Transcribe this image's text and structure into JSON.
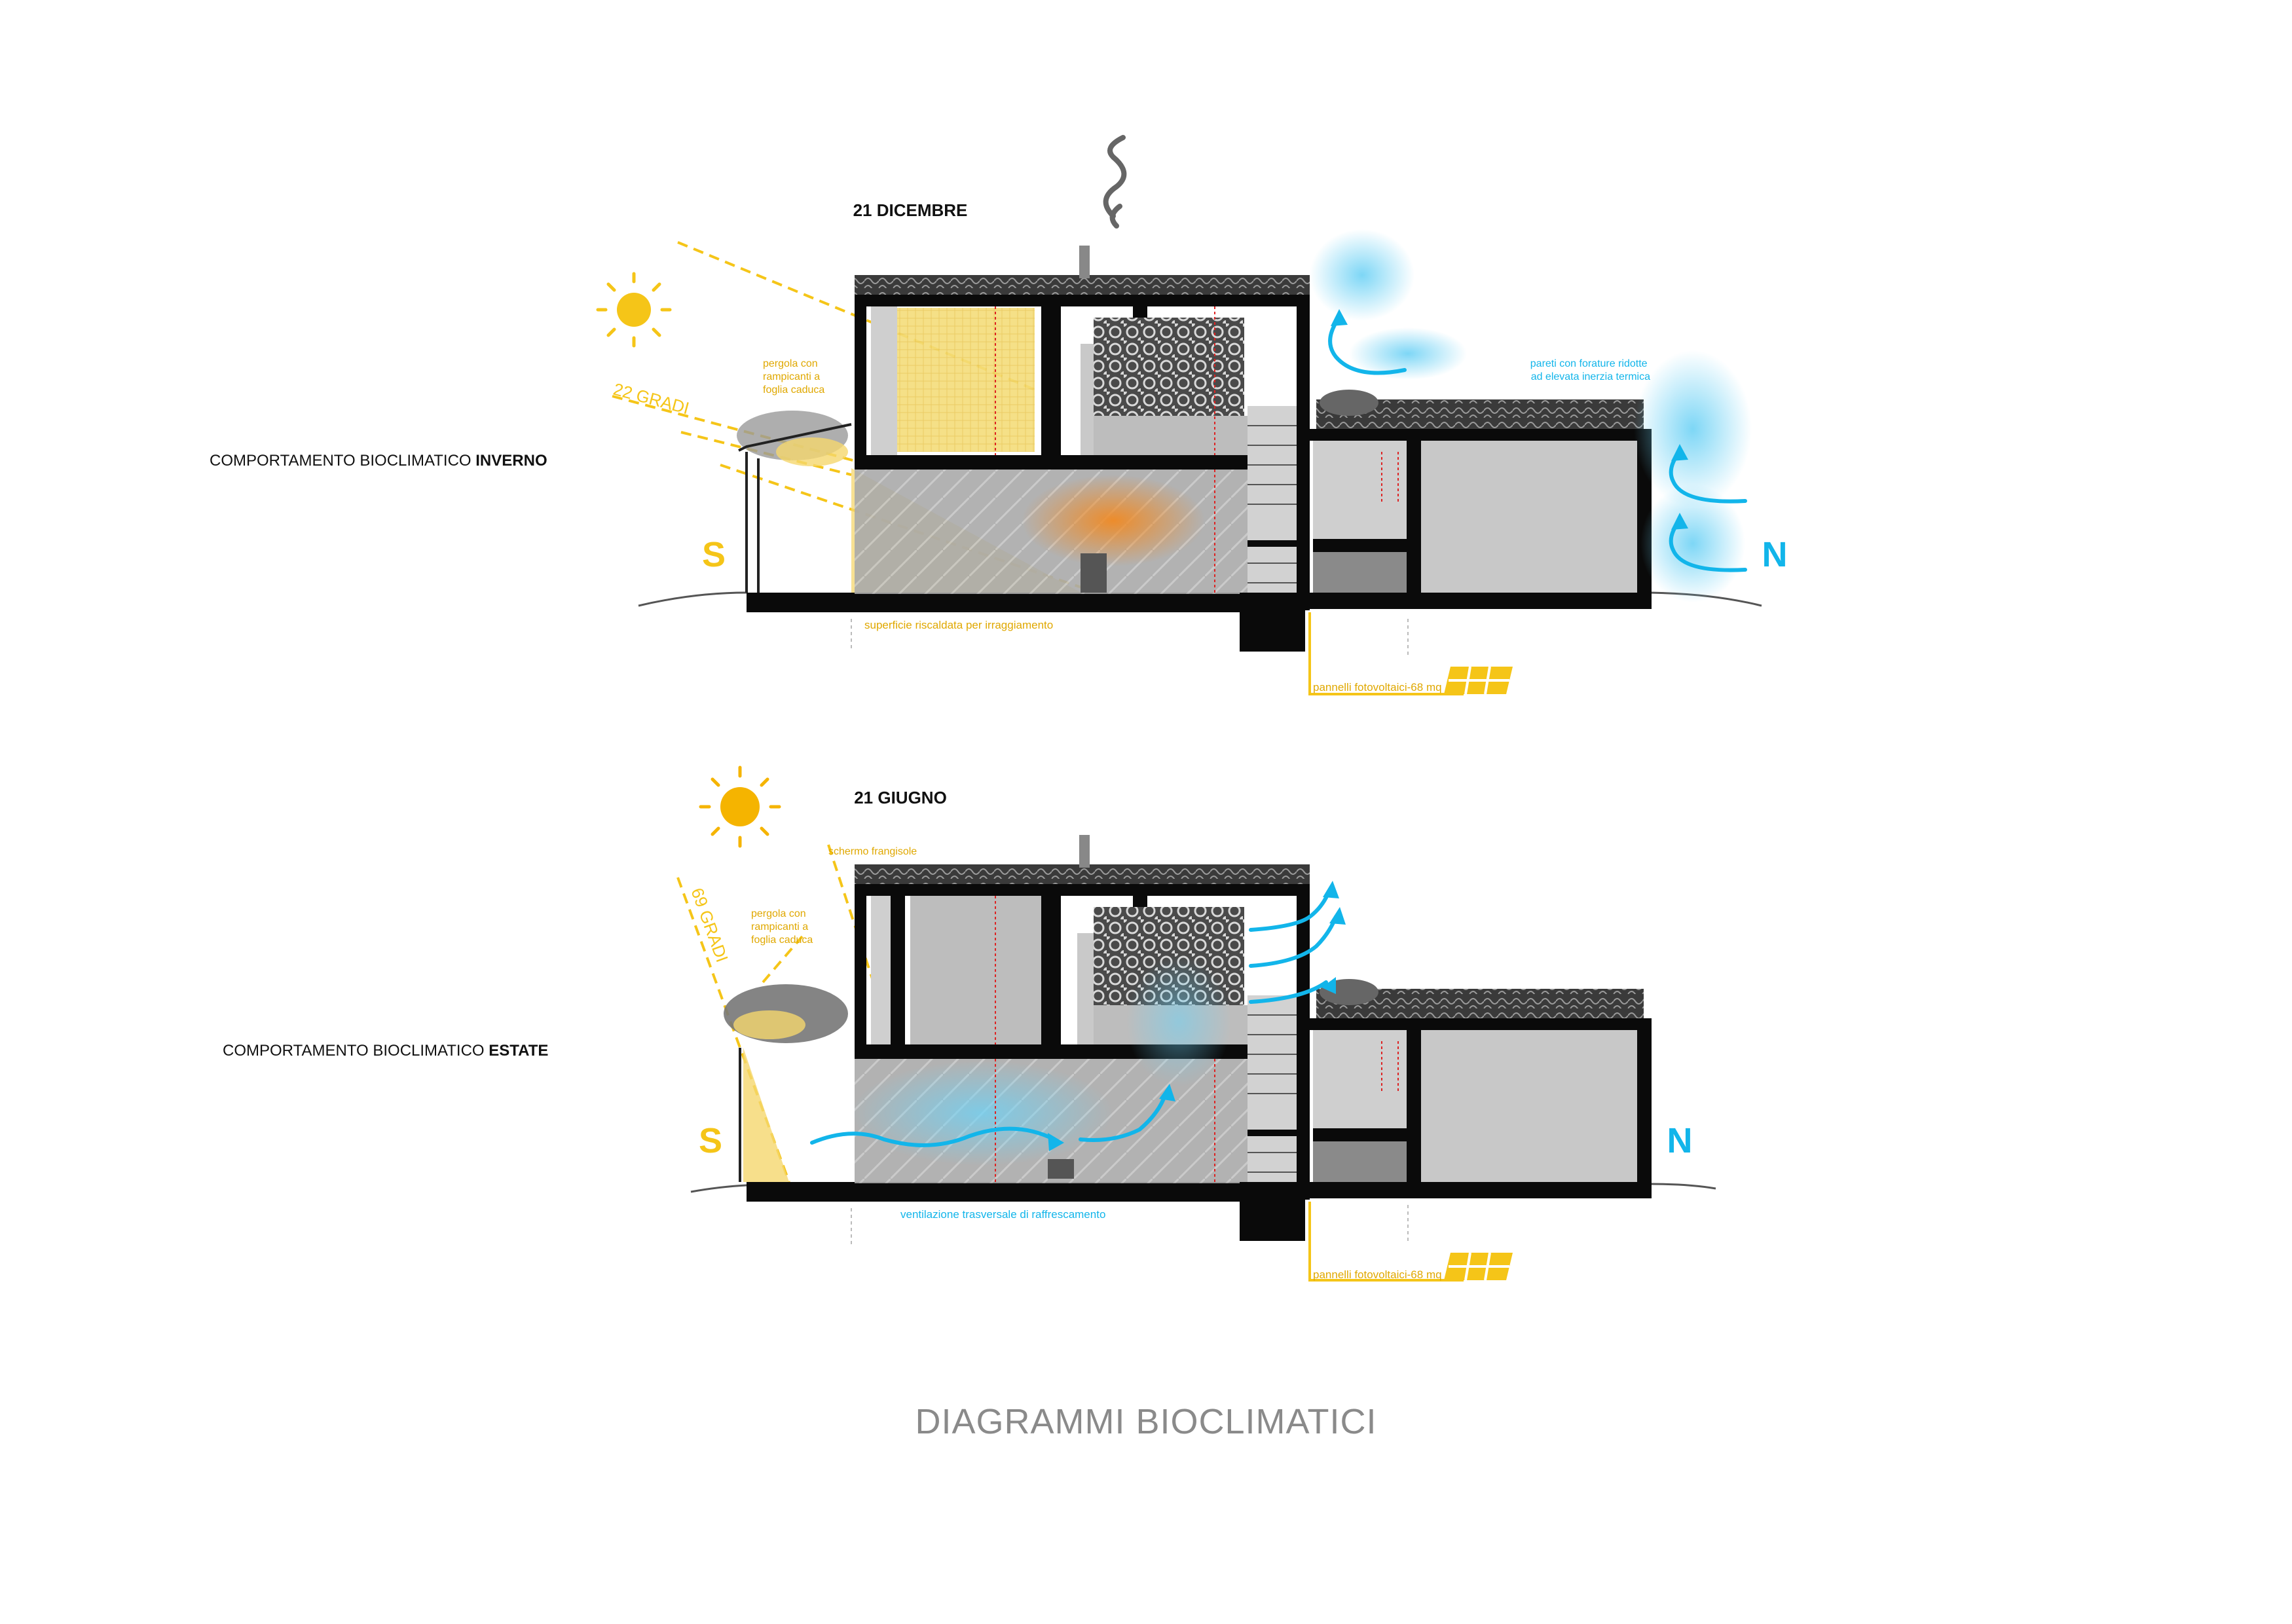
{
  "page_title": "DIAGRAMMI BIOCLIMATICI",
  "colors": {
    "sun": "#f5b400",
    "solar_line": "#f5c518",
    "wind": "#12b5ea",
    "wall": "#0a0a0a",
    "interior": "#bdbdbd",
    "text": "#111111",
    "title_gray": "#8a8a8a",
    "heat": "#f08a24"
  },
  "winter": {
    "date": "21 DICEMBRE",
    "behaviour_prefix": "COMPORTAMENTO BIOCLIMATICO ",
    "behaviour_bold": "INVERNO",
    "sun_angle": "22 GRADI",
    "south": "S",
    "north": "N",
    "pergola_note": [
      "pergola con",
      "rampicanti a",
      "foglia caduca"
    ],
    "walls_note": [
      "pareti con forature ridotte",
      "ad elevata inerzia termica"
    ],
    "floor_note": "superficie riscaldata per irraggiamento",
    "pv_note": "pannelli fotovoltaici-68 mq",
    "icons": [
      "sun-icon",
      "smoke-icon",
      "wind-arrow-icon",
      "photovoltaic-icon"
    ]
  },
  "summer": {
    "date": "21 GIUGNO",
    "behaviour_prefix": "COMPORTAMENTO BIOCLIMATICO ",
    "behaviour_bold": "ESTATE",
    "sun_angle": "69 GRADI",
    "south": "S",
    "north": "N",
    "pergola_note": [
      "pergola con",
      "rampicanti a",
      "foglia caduca"
    ],
    "screen_note": "schermo frangisole",
    "ventilation_note": "ventilazione trasversale di raffrescamento",
    "pv_note": "pannelli fotovoltaici-68 mq",
    "icons": [
      "sun-icon",
      "wind-arrow-icon",
      "photovoltaic-icon"
    ]
  }
}
